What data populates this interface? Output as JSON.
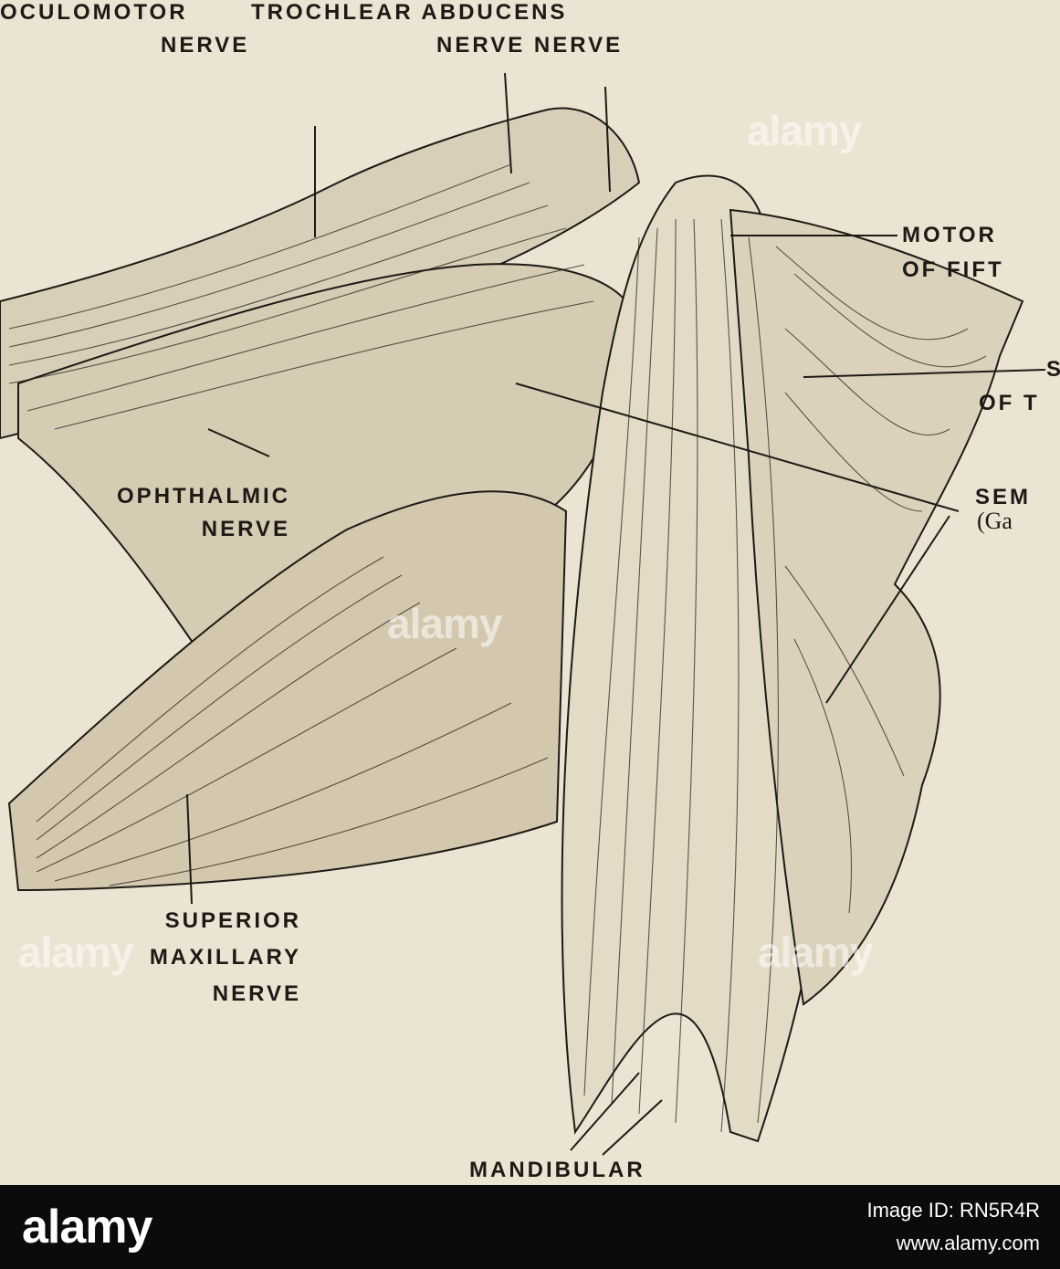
{
  "labels": {
    "oculomotor_1": "OCULOMOTOR",
    "oculomotor_2": "NERVE",
    "trochlear_abducens_1": "TROCHLEAR ABDUCENS",
    "trochlear_abducens_2": "NERVE NERVE",
    "motor_1": "MOTOR",
    "motor_2": "OF FIFT",
    "sensory_1": "S",
    "sensory_2": "OF T",
    "semilunar_1": "SEM",
    "semilunar_2": "(Ga",
    "ophthalmic_1": "OPHTHALMIC",
    "ophthalmic_2": "NERVE",
    "superior_1": "SUPERIOR",
    "superior_2": "MAXILLARY",
    "superior_3": "NERVE",
    "mandibular": "MANDIBULAR"
  },
  "watermark": "alamy",
  "footer": {
    "logo": "alamy",
    "image_id": "Image ID: RN5R4R",
    "site": "www.alamy.com"
  },
  "colors": {
    "paper": "#ece4d2",
    "ink": "#1d1a16",
    "footer_bg": "#0b0b0b",
    "footer_text": "#ffffff"
  }
}
